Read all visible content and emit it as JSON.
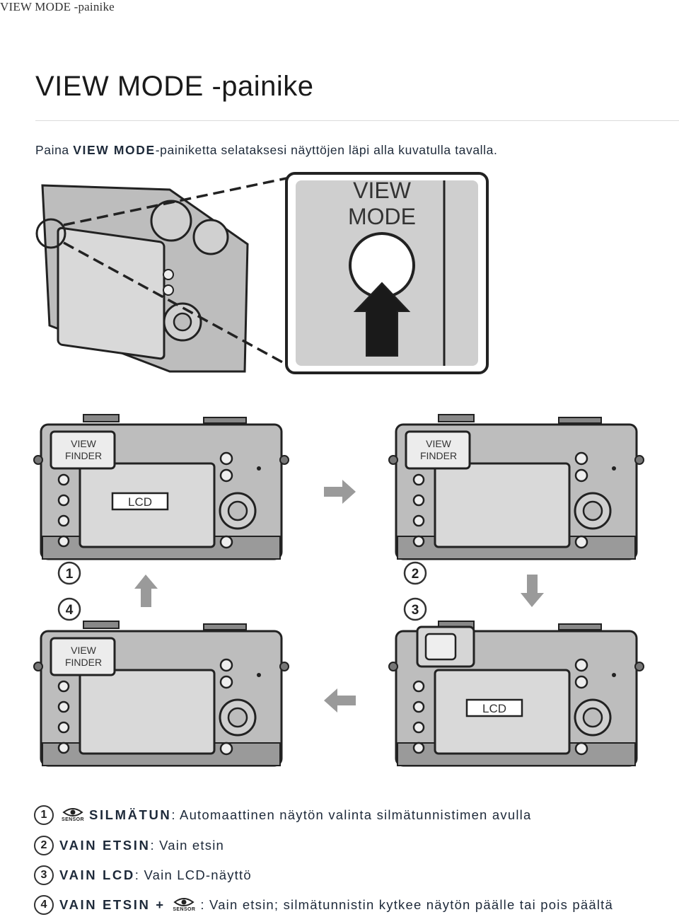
{
  "document": {
    "tab_title": "VIEW MODE -painike",
    "page_title": "VIEW MODE -painike",
    "intro": {
      "prefix": "Paina ",
      "button": "VIEW MODE",
      "suffix": "-painiketta selataksesi näyttöjen läpi alla kuvatulla tavalla."
    }
  },
  "illustration": {
    "button_label_line1": "VIEW",
    "button_label_line2": "MODE",
    "viewfinder_line1": "VIEW",
    "viewfinder_line2": "FINDER",
    "lcd_label": "LCD",
    "cycle_numbers": [
      "1",
      "2",
      "3",
      "4"
    ]
  },
  "legend": [
    {
      "num": "1",
      "icon": "eye-sensor-icon",
      "sensor_label": "SENSOR",
      "mode": "SILMÄTUN",
      "text": ": Automaattinen näytön valinta silmätunnistimen avulla"
    },
    {
      "num": "2",
      "mode": "VAIN ETSIN",
      "text": ": Vain etsin"
    },
    {
      "num": "3",
      "mode": "VAIN LCD",
      "text": ": Vain LCD-näyttö"
    },
    {
      "num": "4",
      "mode": "VAIN ETSIN",
      "plus": " + ",
      "icon": "eye-sensor-icon",
      "sensor_label": "SENSOR",
      "text": ": Vain etsin; silmätunnistin kytkee näytön päälle tai pois päältä"
    }
  ],
  "colors": {
    "text": "#1e2a3a",
    "camera_body": "#bdbdbd",
    "outline": "#222222",
    "panel": "#cfcfcf"
  }
}
